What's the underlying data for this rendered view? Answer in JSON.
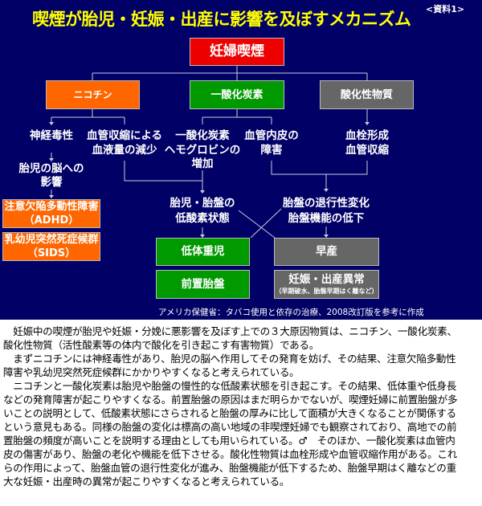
{
  "title": "喫煙が胎児・妊娠・出産に影響を及ぼすメカニズム",
  "ref": "<資料1>",
  "root": "妊婦喫煙",
  "causes": {
    "nicotine": "ニコチン",
    "co": "一酸化炭素",
    "oxidant": "酸化性物質"
  },
  "effects": {
    "neuro": "神経毒性",
    "vaso1": "血管収縮による",
    "vaso2": "血液量の減少",
    "hb1": "一酸化炭素",
    "hb2": "ヘモグロビンの",
    "hb3": "増加",
    "endo1": "血管内皮の",
    "endo2": "障害",
    "thrombo1": "血栓形成",
    "thrombo2": "血管収縮",
    "brain1": "胎児の脳への",
    "brain2": "影響",
    "hypoxia1": "胎児・胎盤の",
    "hypoxia2": "低酸素状態",
    "placenta1": "胎盤の退行性変化",
    "placenta2": "胎盤機能の低下"
  },
  "outcomes": {
    "adhd1": "注意欠陥多動性障害",
    "adhd2": "（ADHD）",
    "sids1": "乳幼児突然死症候群",
    "sids2": "（SIDS）",
    "lbw": "低体重児",
    "previa": "前置胎盤",
    "preterm": "早産",
    "abn1": "妊娠・出産異常",
    "abn2": "（早期破水、胎盤早期はく離など）"
  },
  "credit": "アメリカ保健省：タバコ使用と依存の治療、2008改訂版を参考に作成",
  "body_lines": [
    "　妊娠中の喫煙が胎児や妊娠・分娩に悪影響を及ぼす上での３大原因物質は、ニコチン、一酸化炭素、",
    "酸化性物質（活性酸素等の体内で酸化を引き起こす有害物質）である。",
    "　まずニコチンには神経毒性があり、胎児の脳へ作用してその発育を妨げ、その結果、注意欠陥多動性",
    "障害や乳幼児突然死症候群にかかりやすくなると考えられている。",
    "　ニコチンと一酸化炭素は胎児や胎盤の慢性的な低酸素状態を引き起こす。その結果、低体重や低身長",
    "などの発育障害が起こりやすくなる。前置胎盤の原因はまだ明らかでないが、喫煙妊婦に前置胎盤が多",
    "いことの説明として、低酸素状態にさらされると胎盤の厚みに比して面積が大きくなることが関係する",
    "という意見もある。同様の胎盤の変化は標高の高い地域の非喫煙妊婦でも観察されており、高地での前",
    "置胎盤の頻度が高いことを説明する理由としても用いられている。♂　そのほか、一酸化炭素は血管内",
    "皮の傷害があり、胎盤の老化や機能を低下させる。酸化性物質は血栓形成や血管収縮作用がある。これ",
    "らの作用によって、胎盤血管の退行性変化が進み、胎盤機能が低下するため、胎盤早期はく離などの重",
    "大な妊娠・出産時の異常が起こりやすくなると考えられている。"
  ]
}
